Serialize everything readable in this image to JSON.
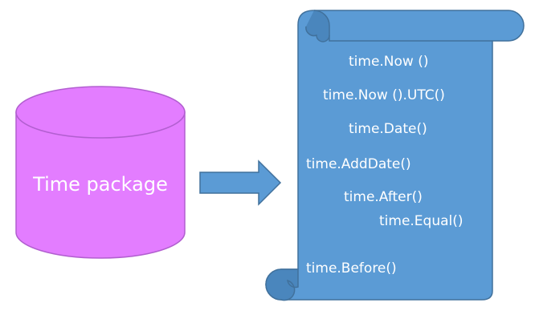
{
  "cylinder": {
    "label": "Time package",
    "color": "#e37dff",
    "edge_color": "#b25fd0"
  },
  "arrow": {
    "color": "#5b9bd5",
    "edge_color": "#41719c"
  },
  "scroll": {
    "color": "#5b9bd5",
    "shade_color": "#4a86bd",
    "edge_color": "#41719c",
    "functions": [
      "time.Now ()",
      "time.Now ().UTC()",
      "time.Date()",
      "time.AddDate()",
      "time.After()",
      "time.Equal()",
      "time.Before()"
    ]
  }
}
